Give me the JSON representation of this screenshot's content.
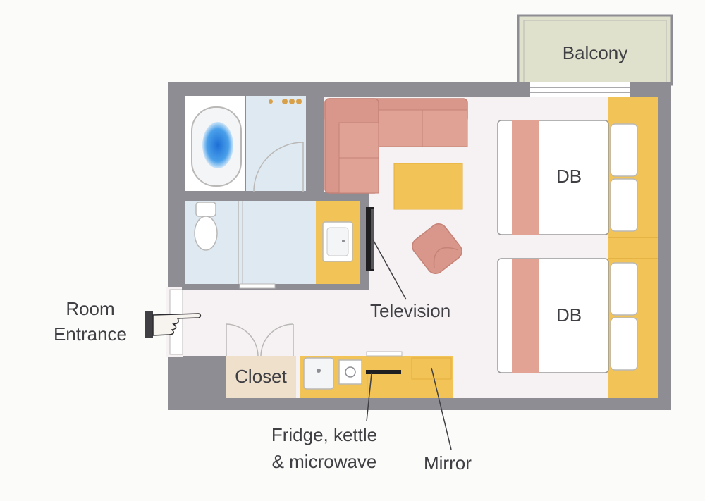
{
  "labels": {
    "balcony": "Balcony",
    "bed_upper": "DB",
    "bed_lower": "DB",
    "entrance_line1": "Room",
    "entrance_line2": "Entrance",
    "television": "Television",
    "closet": "Closet",
    "fridge_line1": "Fridge, kettle",
    "fridge_line2": "& microwave",
    "mirror": "Mirror"
  },
  "colors": {
    "wall": "#8e8d93",
    "floor": "#f6f2f3",
    "bathroom_tile": "#dfe9f2",
    "sofa": "#d9968a",
    "counter": "#f2c457",
    "bed_runner": "#e2a394",
    "balcony": "#dfe1cc",
    "closet": "#efe0cc",
    "bathtub_water": "#2f86dd"
  }
}
